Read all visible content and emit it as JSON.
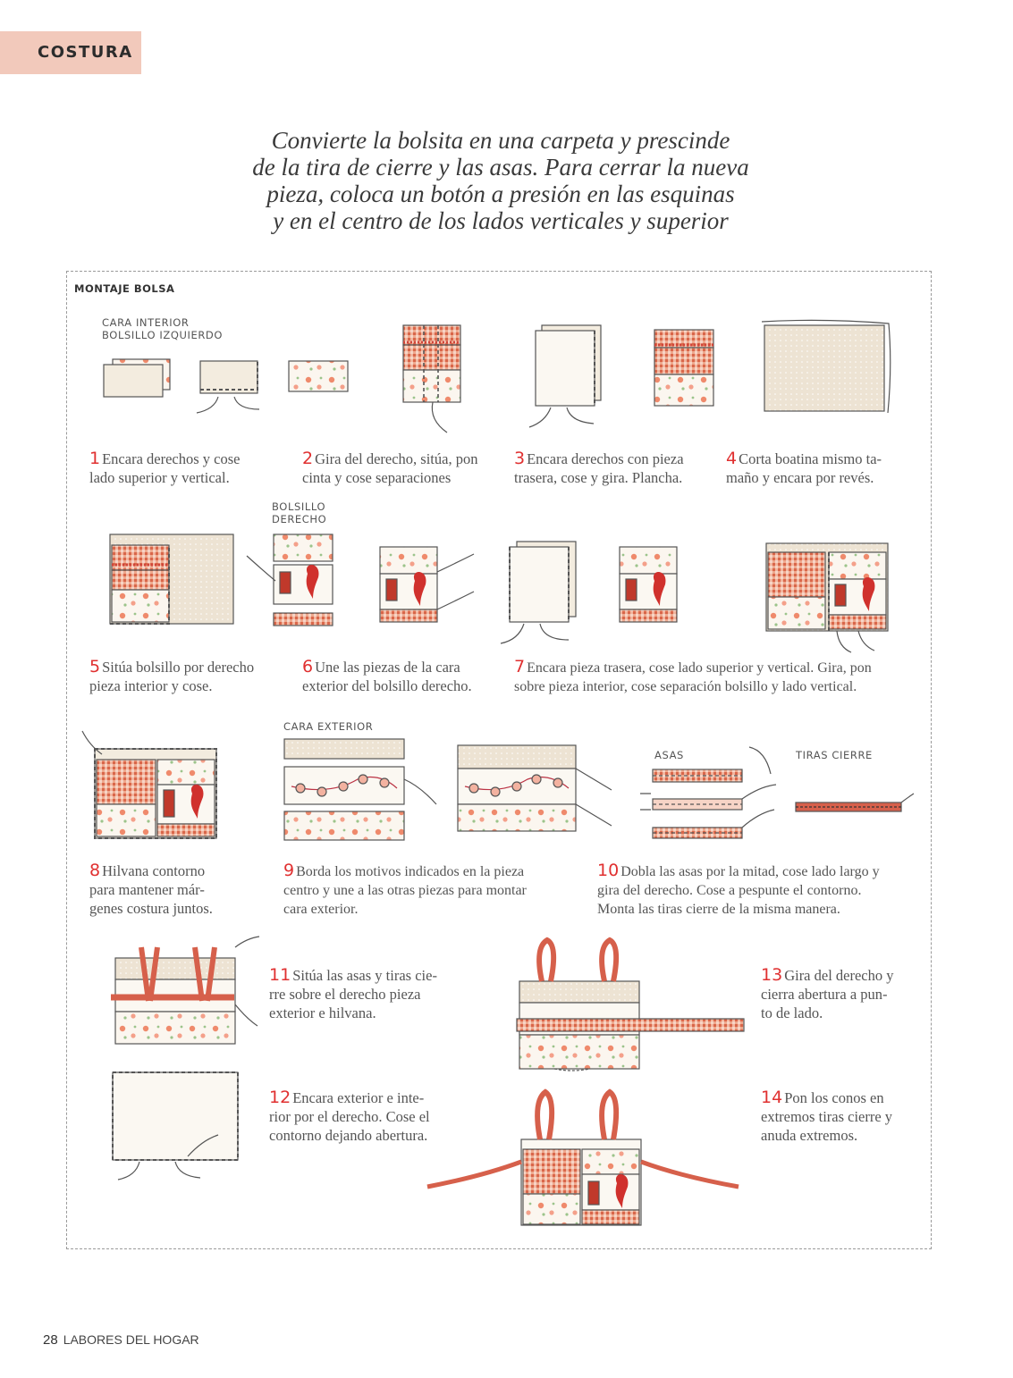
{
  "section_tag": "COSTURA",
  "intro_lines": [
    "Convierte la bolsita en una carpeta y prescinde",
    "de la tira de cierre y las asas. Para cerrar la nueva",
    "pieza, coloca un botón a presión en las esquinas",
    "y en el centro de los lados verticales y superior"
  ],
  "panel_title": "MONTAJE BOLSA",
  "labels": {
    "cara_interior": [
      "CARA INTERIOR",
      "BOLSILLO IZQUIERDO"
    ],
    "bolsillo_derecho": [
      "BOLSILLO",
      "DERECHO"
    ],
    "cara_exterior": "CARA EXTERIOR",
    "asas": "ASAS",
    "tiras_cierre": "TIRAS CIERRE"
  },
  "steps": [
    {
      "n": "1",
      "lines": [
        "Encara derechos y cose",
        "lado superior y vertical."
      ]
    },
    {
      "n": "2",
      "lines": [
        "Gira del derecho, sitúa, pon",
        "cinta y cose separaciones"
      ]
    },
    {
      "n": "3",
      "lines": [
        "Encara derechos con pieza",
        "trasera, cose y gira. Plancha."
      ]
    },
    {
      "n": "4",
      "lines": [
        "Corta boatina mismo ta-",
        "maño y encara por revés."
      ]
    },
    {
      "n": "5",
      "lines": [
        "Sitúa bolsillo por derecho",
        "pieza interior y cose."
      ]
    },
    {
      "n": "6",
      "lines": [
        "Une las piezas de la cara",
        "exterior del bolsillo derecho."
      ]
    },
    {
      "n": "7",
      "lines": [
        "Encara pieza trasera, cose lado superior y vertical. Gira, pon",
        "sobre pieza interior, cose separación bolsillo y lado vertical."
      ]
    },
    {
      "n": "8",
      "lines": [
        "Hilvana contorno",
        "para mantener már-",
        "genes costura juntos."
      ]
    },
    {
      "n": "9",
      "lines": [
        "Borda los motivos indicados en la pieza",
        "centro y une a las otras piezas para montar",
        "cara exterior."
      ]
    },
    {
      "n": "10",
      "lines": [
        "Dobla las asas por la mitad, cose lado largo y",
        "gira del derecho. Cose a pespunte el contorno.",
        "Monta las tiras cierre de la misma manera."
      ]
    },
    {
      "n": "11",
      "lines": [
        "Sitúa las asas y tiras cie-",
        "rre sobre el derecho pieza",
        "exterior e hilvana."
      ]
    },
    {
      "n": "12",
      "lines": [
        "Encara exterior e inte-",
        "rior por el derecho. Cose el",
        "contorno dejando abertura."
      ]
    },
    {
      "n": "13",
      "lines": [
        "Gira del derecho y",
        "cierra abertura a pun-",
        "to de lado."
      ]
    },
    {
      "n": "14",
      "lines": [
        "Pon los conos en",
        "extremos tiras cierre y",
        "anuda extremos."
      ]
    }
  ],
  "footer": {
    "page": "28",
    "magazine": "LABORES DEL HOGAR"
  },
  "colors": {
    "accent": "#e03030",
    "tag_bg": "#f2c9bb",
    "gingham": "#e8825e",
    "beige": "#ede3d3"
  }
}
